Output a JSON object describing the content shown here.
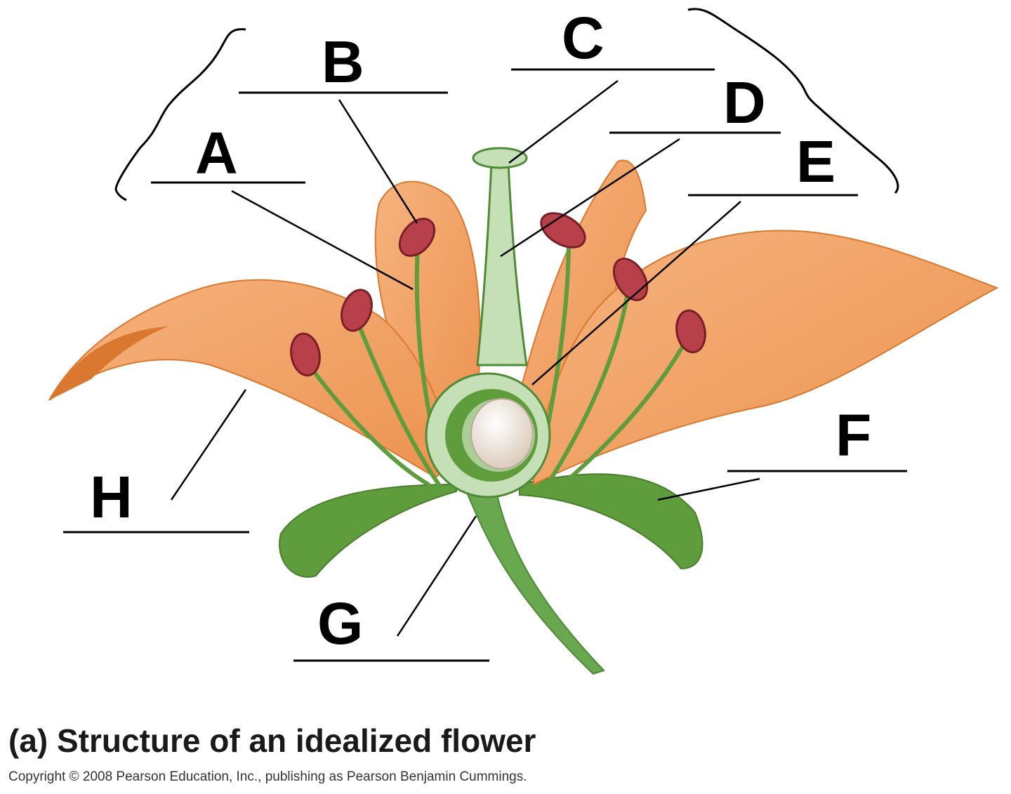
{
  "diagram": {
    "labels": {
      "a": "A",
      "b": "B",
      "c": "C",
      "d": "D",
      "e": "E",
      "f": "F",
      "g": "G",
      "h": "H"
    },
    "caption": "(a) Structure of an idealized flower",
    "copyright": "Copyright © 2008 Pearson Education, Inc., publishing as Pearson Benjamin Cummings."
  },
  "colors": {
    "petal": "#f0a066",
    "petal_shadow": "#d9782e",
    "sepal": "#5e9c3c",
    "stem": "#6aa84f",
    "pistil": "#c5dfb6",
    "anther": "#b8404a",
    "ovule": "#efe6dc",
    "leader": "#000000"
  }
}
